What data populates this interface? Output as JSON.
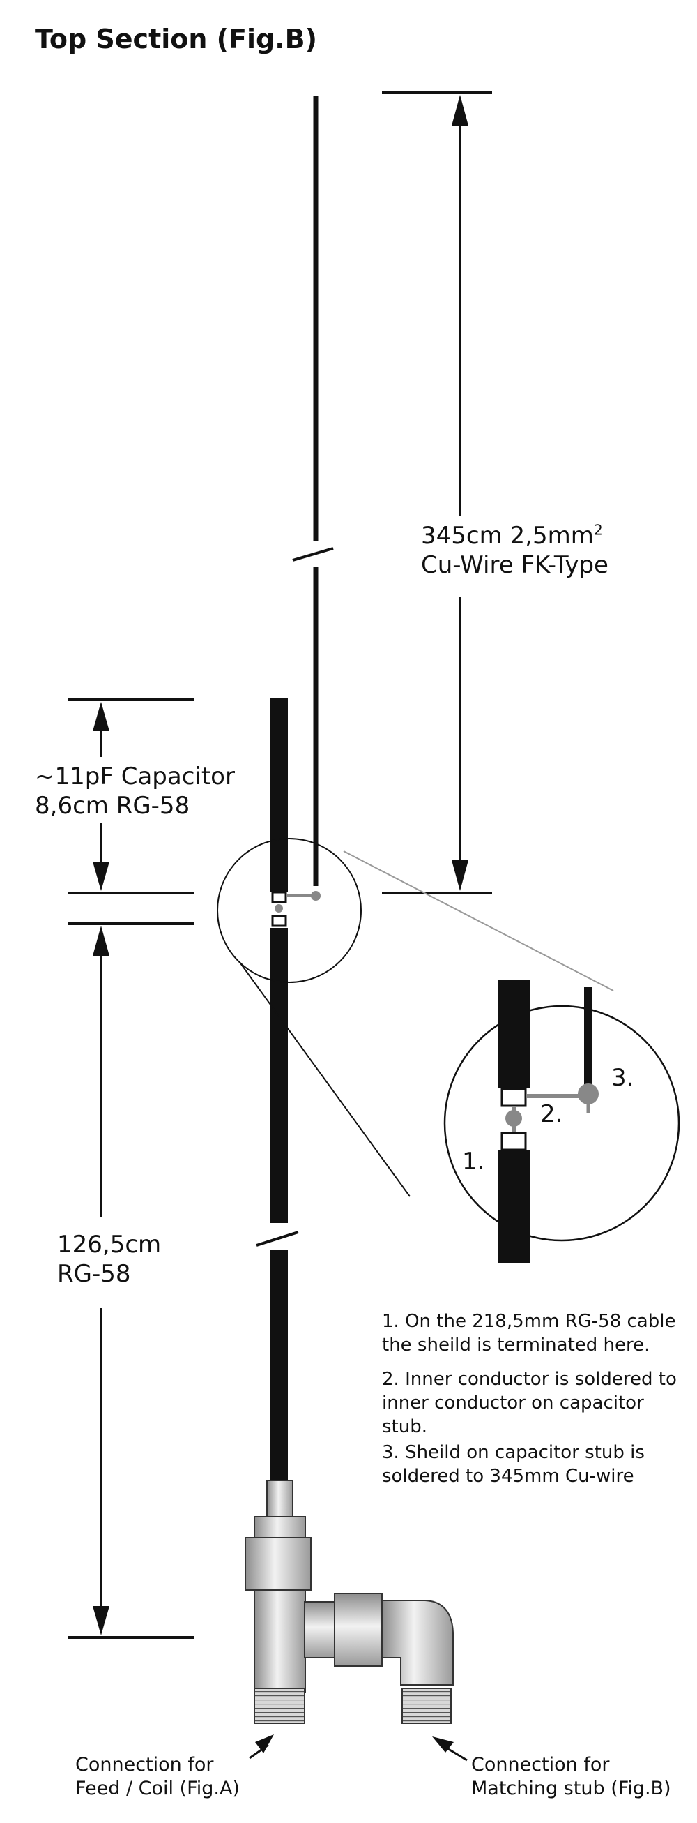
{
  "title": "Top Section (Fig.B)",
  "dimensions": {
    "wire_length": {
      "line1": "345cm 2,5mm",
      "superscript": "2",
      "line2": "Cu-Wire FK-Type"
    },
    "capacitor": {
      "line1": "~11pF Capacitor",
      "line2": "8,6cm RG-58"
    },
    "cable": {
      "line1": "126,5cm",
      "line2": "RG-58"
    }
  },
  "detail_markers": {
    "m1": "1.",
    "m2": "2.",
    "m3": "3."
  },
  "notes": [
    "1. On the 218,5mm RG-58 cable the sheild is terminated here.",
    "2. Inner conductor is soldered to inner conductor on capacitor stub.",
    "3. Sheild on capacitor stub is soldered to 345mm Cu-wire"
  ],
  "connections": {
    "feed": {
      "line1": "Connection for",
      "line2": "Feed / Coil (Fig.A)"
    },
    "matching": {
      "line1": "Connection for",
      "line2": "Matching stub (Fig.B)"
    }
  }
}
